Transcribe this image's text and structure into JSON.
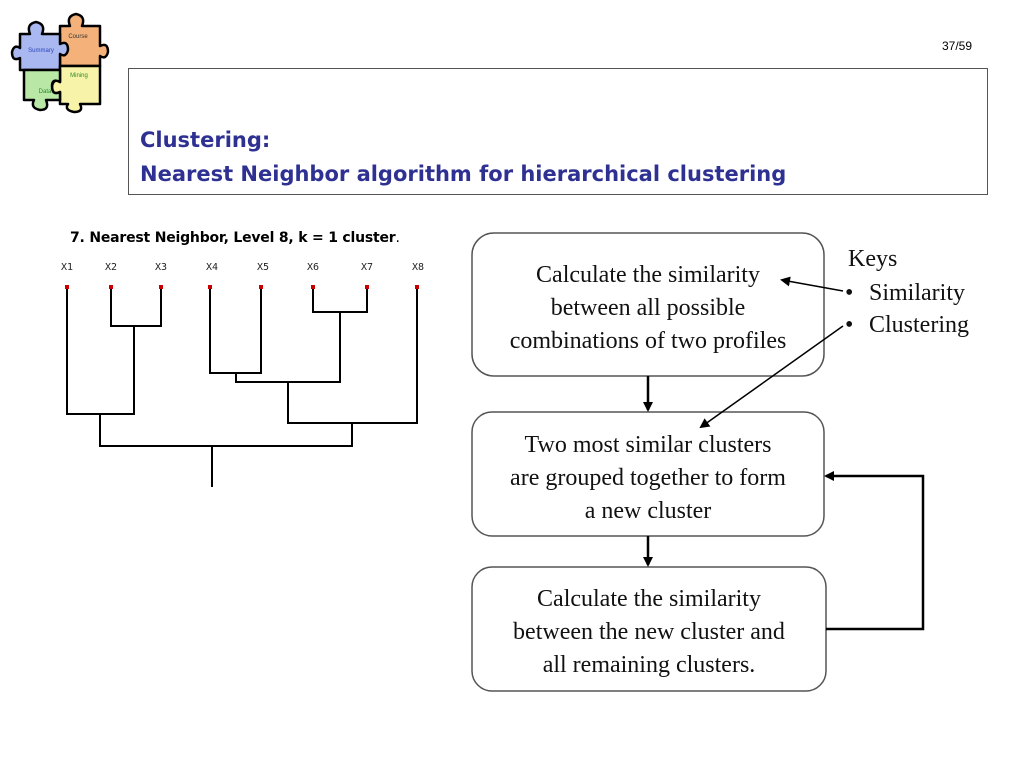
{
  "slide": {
    "page_number": "37/59",
    "title_line1": "Clustering:",
    "title_line2": "Nearest Neighbor algorithm for hierarchical clustering"
  },
  "logo": {
    "pieces": [
      "Course",
      "Summary",
      "Mining",
      "Data"
    ],
    "colors": {
      "orange": "#f4b27a",
      "blue": "#a9b8f0",
      "green": "#b9e8a6",
      "yellow": "#f7f3a8"
    }
  },
  "subtitle": {
    "bold": "7. Nearest Neighbor, Level 8, k = 1 cluster",
    "tail": "."
  },
  "dendrogram": {
    "leaves": [
      "X1",
      "X2",
      "X3",
      "X4",
      "X5",
      "X6",
      "X7",
      "X8"
    ],
    "leaf_color": "#cc0000"
  },
  "flowchart": {
    "box1": [
      "Calculate the similarity",
      "between all possible",
      "combinations  of two profiles"
    ],
    "box2": [
      "Two most similar clusters",
      "are grouped together to form",
      "a new cluster"
    ],
    "box3": [
      "Calculate the similarity",
      "between the new cluster and",
      "all remaining clusters."
    ],
    "keys_title": "Keys",
    "keys_items": [
      "Similarity",
      "Clustering"
    ],
    "bullet": "•"
  }
}
